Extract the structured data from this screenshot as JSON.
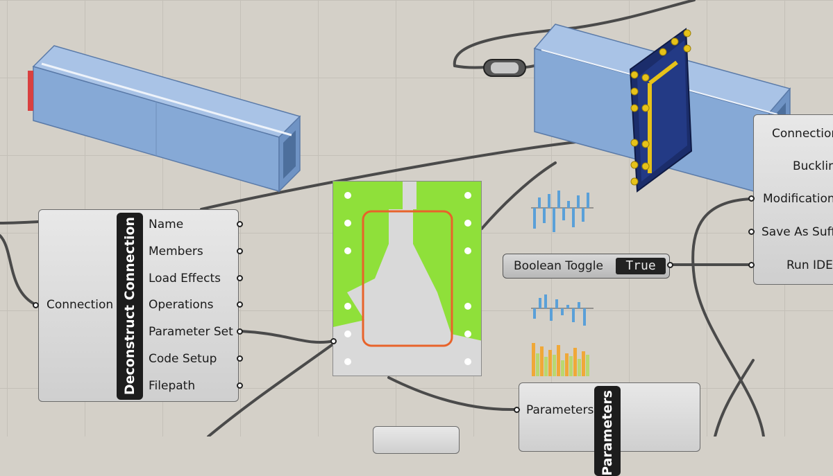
{
  "colors": {
    "canvas": "#d4d0c8",
    "wire": "#4a4a4a",
    "beam": "#86a9d6",
    "plate": "#1b2d6b",
    "bolt": "#e6c21a",
    "card_green": "#8fe03a",
    "highlight": "#e8632a"
  },
  "deconstruct": {
    "title": "Deconstruct Connection",
    "input_label": "Connection",
    "outputs": [
      "Name",
      "Members",
      "Load Effects",
      "Operations",
      "Parameter Set",
      "Code Setup",
      "Filepath"
    ]
  },
  "run_component": {
    "inputs": [
      "Connection",
      "Buckling",
      "Modification",
      "Save As Suffix",
      "Run IDEA"
    ]
  },
  "boolean_toggle": {
    "label": "Boolean Toggle",
    "value": "True"
  },
  "parameters_component": {
    "input_label": "Parameters",
    "title": "Parameters"
  },
  "icons": {
    "relay": "relay-icon",
    "beam": "beam-3d-icon",
    "connection": "connection-3d-icon",
    "card": "parameter-card-icon"
  }
}
